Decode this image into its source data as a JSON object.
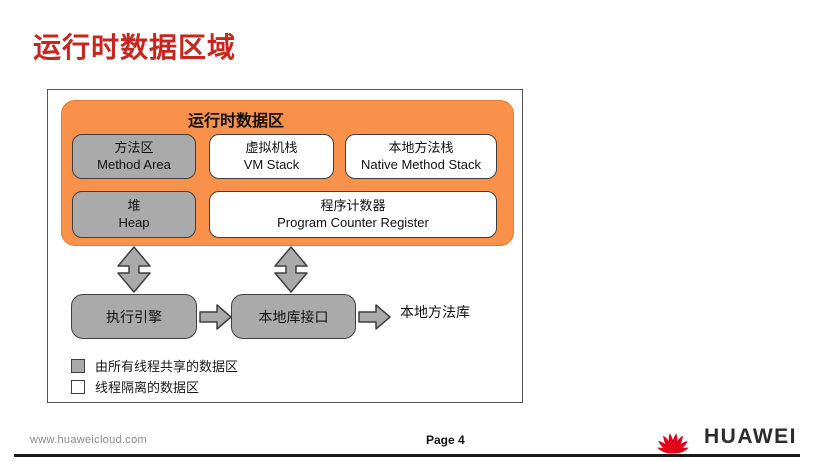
{
  "colors": {
    "title-red": "#C8251E",
    "orange": "#F9914B",
    "box-gray": "#AAAAAA",
    "border-dark": "#3F3F3F",
    "huawei-red": "#E2001A"
  },
  "slide": {
    "title": "运行时数据区域"
  },
  "diagram": {
    "runtime_area": {
      "title": "运行时数据区",
      "method_area": {
        "zh": "方法区",
        "en": "Method Area"
      },
      "vm_stack": {
        "zh": "虚拟机栈",
        "en": "VM Stack"
      },
      "native_method_stack": {
        "zh": "本地方法栈",
        "en": "Native Method Stack"
      },
      "heap": {
        "zh": "堆",
        "en": "Heap"
      },
      "pc_register": {
        "zh": "程序计数器",
        "en": "Program Counter Register"
      }
    },
    "engine_row": {
      "execution_engine": "执行引擎",
      "native_interface": "本地库接口",
      "native_library": "本地方法库"
    },
    "legend": {
      "shared": "由所有线程共享的数据区",
      "isolated": "线程隔离的数据区"
    }
  },
  "footer": {
    "url": "www.huaweicloud.com",
    "page": "Page 4",
    "logo_text": "HUAWEI"
  }
}
